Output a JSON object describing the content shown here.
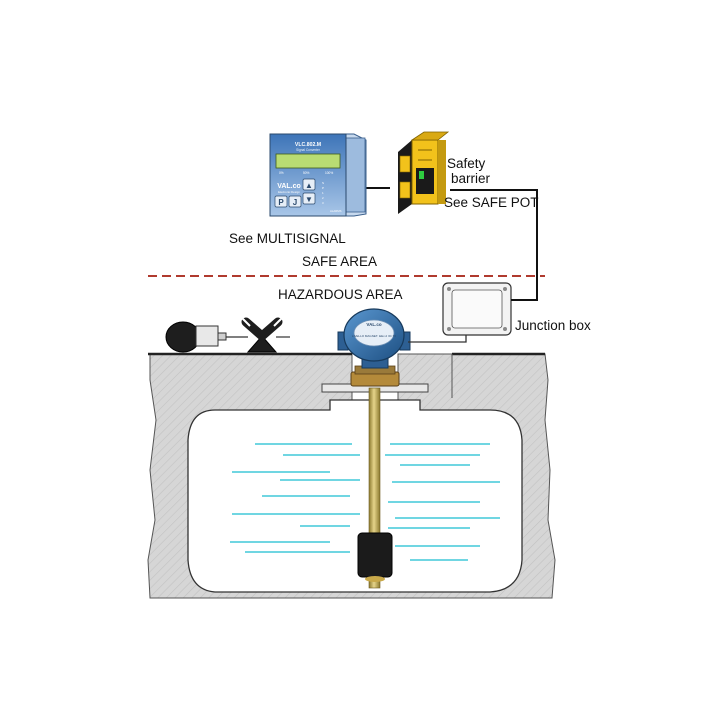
{
  "labels": {
    "safety_barrier_line1": "Safety",
    "safety_barrier_line2": "barrier",
    "see_safe_pot": "See SAFE POT",
    "see_multisignal": "See MULTISIGNAL",
    "safe_area": "SAFE AREA",
    "hazardous_area": "HAZARDOUS AREA",
    "junction_box": "Junction box"
  },
  "controller": {
    "model": "VLC.802.M",
    "subtitle": "Signal Converter",
    "scale": [
      "0%",
      "50%",
      "100%"
    ],
    "brand": "VAL.co",
    "brand_sub": "Electronic Design",
    "keys": [
      "▲",
      "▼",
      "P",
      "J"
    ],
    "side_tags": [
      "S",
      "P",
      "1",
      "2",
      "3"
    ],
    "footer": "ALARMS"
  },
  "transmitter_head": {
    "brand": "VAL.co",
    "text": "LIVELLO MAGNET. EEx d IIC T6"
  },
  "colors": {
    "hazard_line": "#b03a2e",
    "ground": "#d4d4d4",
    "tank_water_lines": "#40c8d8",
    "rod": "#c9b15a",
    "barrier_yellow": "#f2c21b",
    "head_blue": "#2d6aa6"
  }
}
